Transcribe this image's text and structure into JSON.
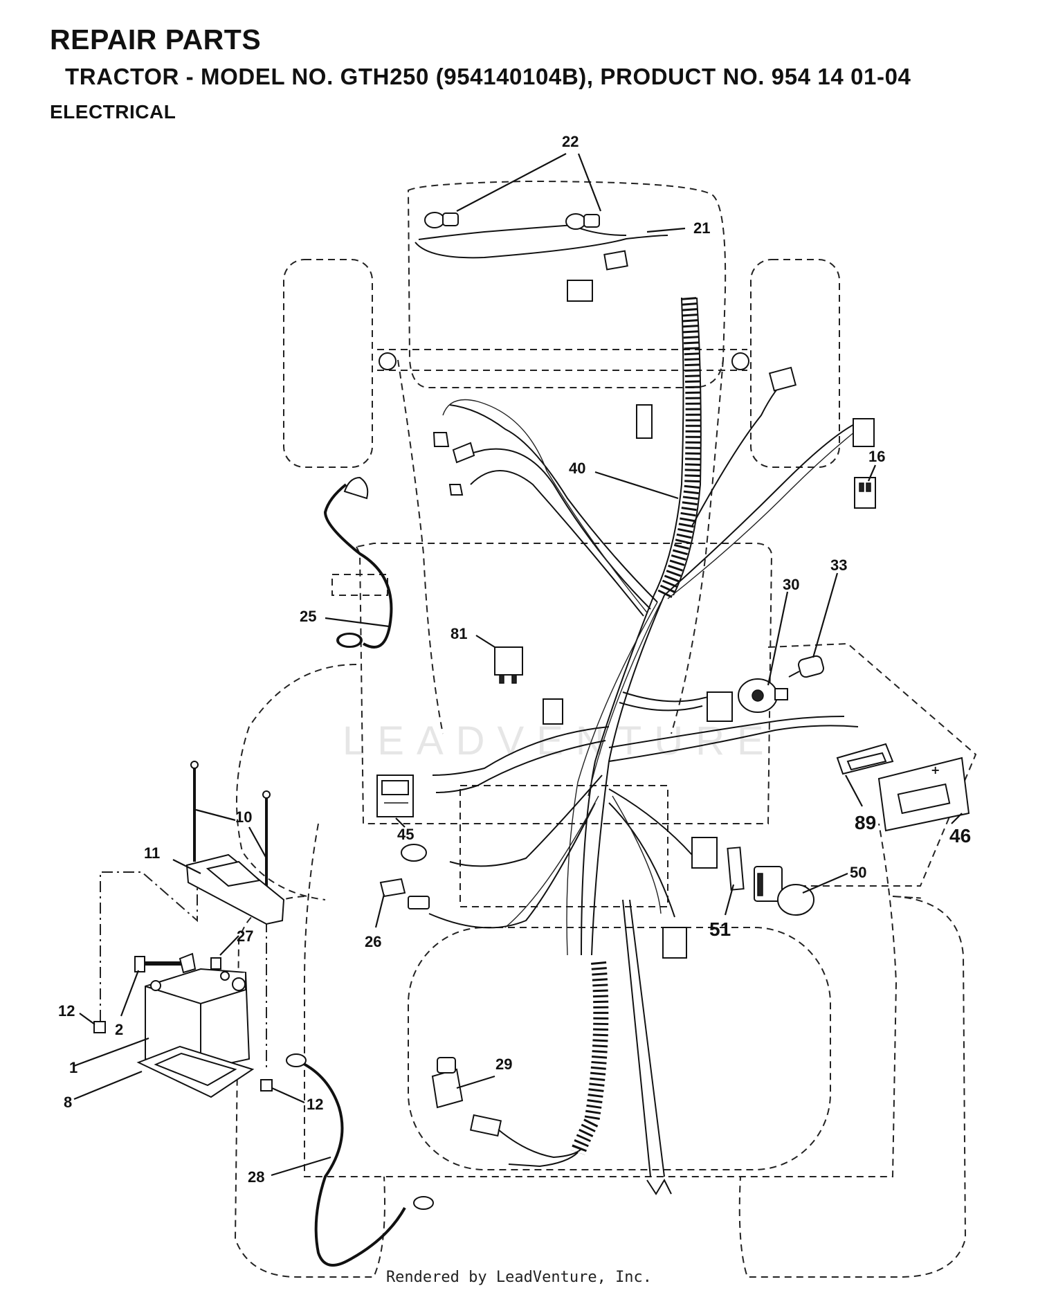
{
  "header": {
    "title": "REPAIR PARTS",
    "subtitle": "TRACTOR - MODEL NO. GTH250 (954140104B), PRODUCT NO. 954 14 01-04",
    "section": "ELECTRICAL"
  },
  "watermark": "LEADVENTURE",
  "footer": "Rendered by LeadVenture, Inc.",
  "callouts": {
    "c1": "1",
    "c2": "2",
    "c8": "8",
    "c10": "10",
    "c11": "11",
    "c12a": "12",
    "c12b": "12",
    "c16": "16",
    "c21": "21",
    "c22": "22",
    "c25": "25",
    "c26": "26",
    "c27": "27",
    "c28": "28",
    "c29": "29",
    "c30": "30",
    "c33": "33",
    "c40": "40",
    "c45": "45",
    "c46": "46",
    "c50": "50",
    "c51": "51",
    "c81": "81",
    "c89": "89"
  }
}
